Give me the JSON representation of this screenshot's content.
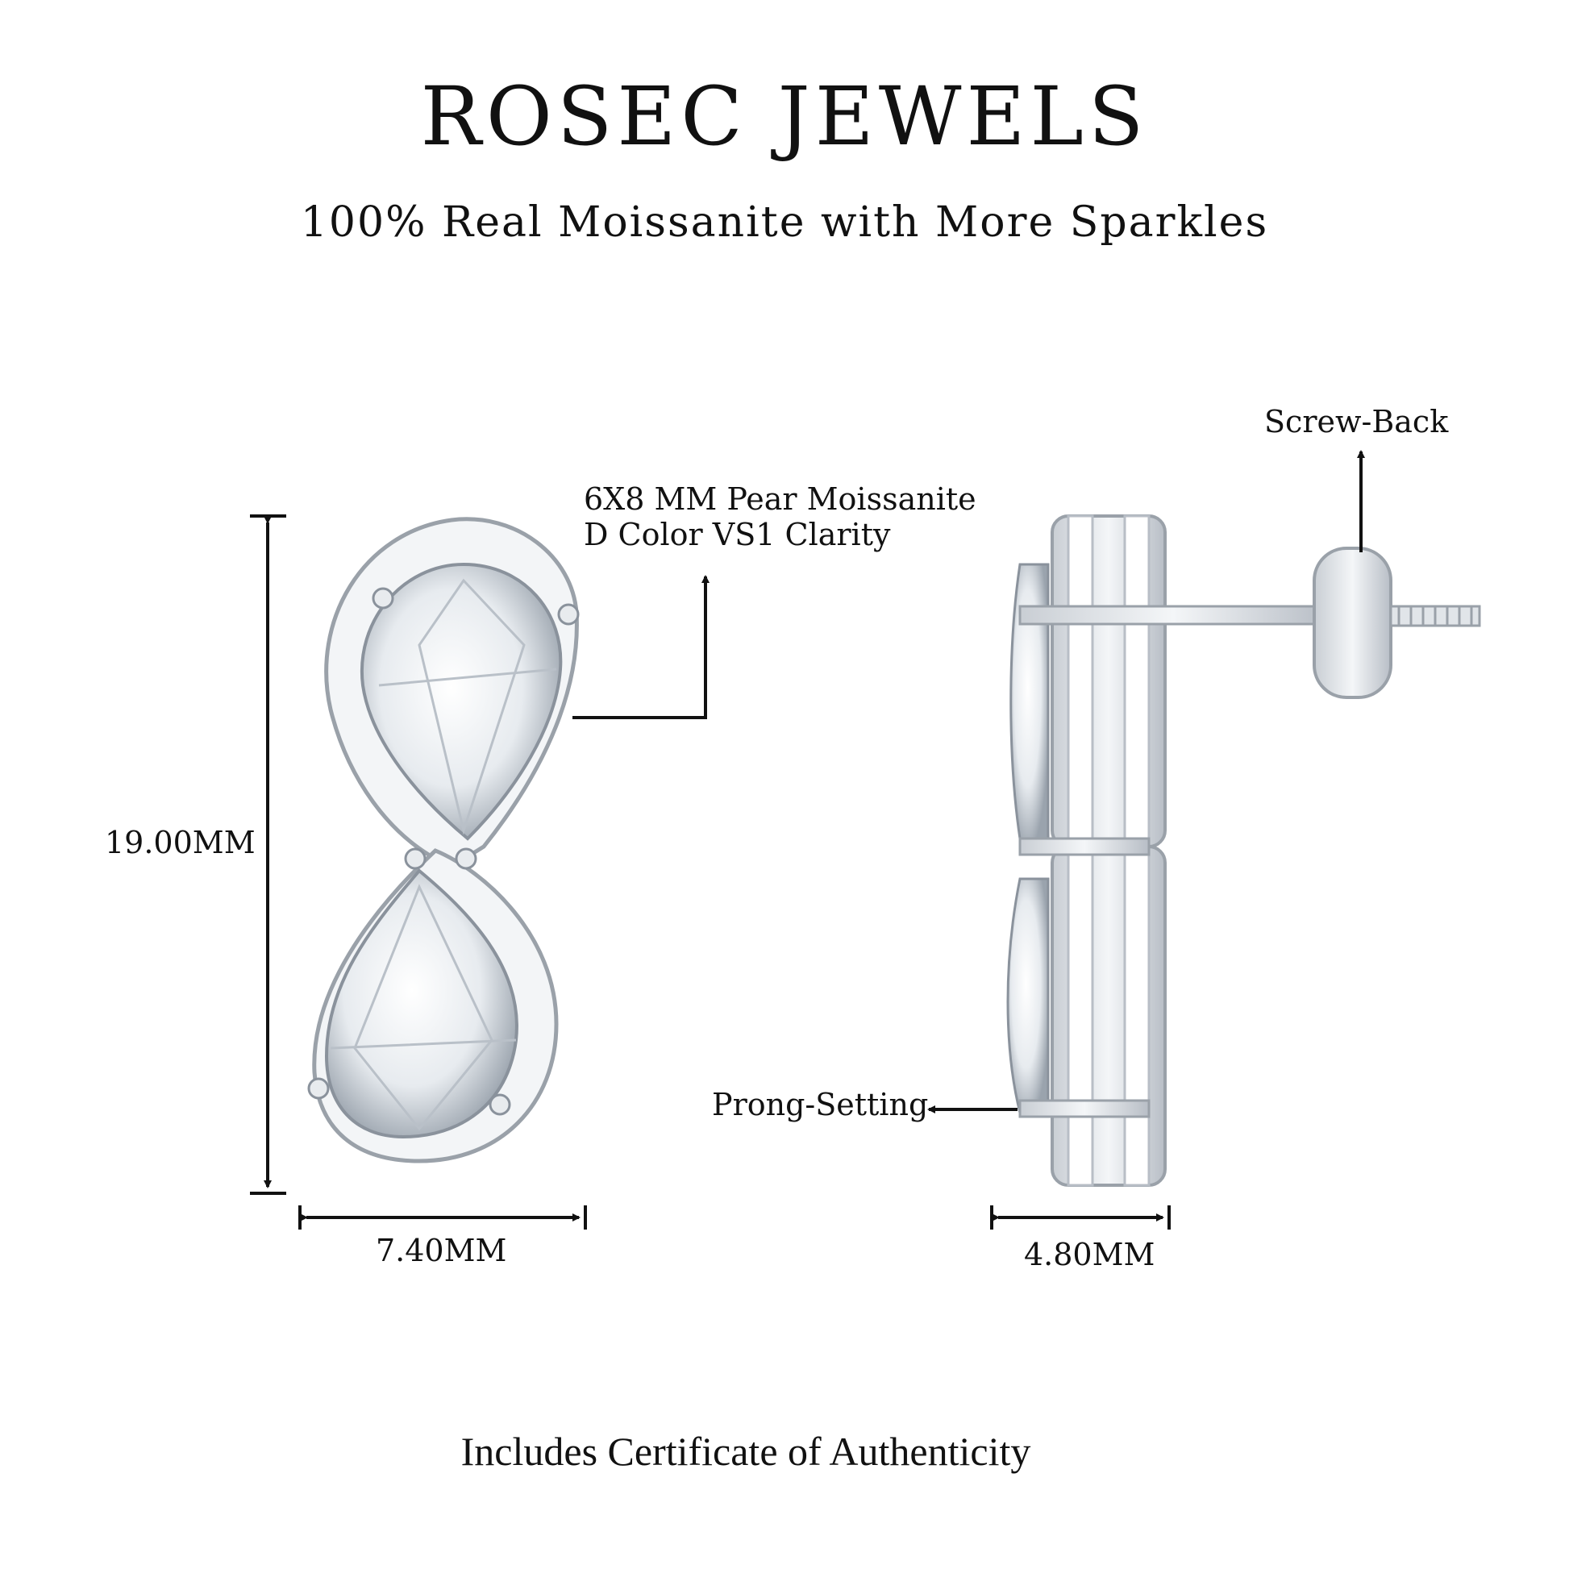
{
  "header": {
    "brand": "ROSEC JEWELS",
    "tagline": "100% Real Moissanite with More Sparkles"
  },
  "callouts": {
    "stone_line1": "6X8 MM Pear Moissanite",
    "stone_line2": "D Color VS1 Clarity",
    "screw_back": "Screw-Back",
    "prong_setting": "Prong-Setting"
  },
  "dimensions": {
    "height": "19.00MM",
    "width": "7.40MM",
    "depth": "4.80MM"
  },
  "footer": {
    "certificate": "Includes Certificate of Authenticity"
  },
  "colors": {
    "text": "#111111",
    "metal": "#d9dde2",
    "metal_dark": "#9aa1a9",
    "stone": "#eef1f4"
  }
}
